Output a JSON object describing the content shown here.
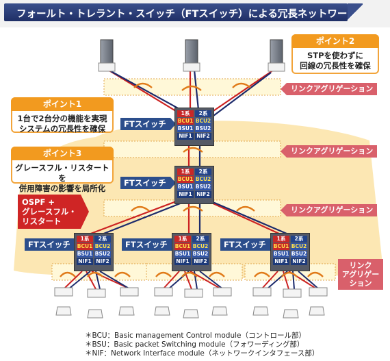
{
  "title": "フォールト・トレラント・スイッチ（FTスイッチ）による冗長ネットワーク",
  "callouts": {
    "point1": {
      "head": "ポイント1",
      "line1": "1台で2台分の機能を実現",
      "line2": "システムの冗長性を確保"
    },
    "point2": {
      "head": "ポイント2",
      "line1": "STPを使わずに",
      "line2": "回線の冗長性を確保"
    },
    "point3": {
      "head": "ポイント3",
      "line1": "グレースフル・リスタートを",
      "line2": "併用障害の影響を局所化"
    }
  },
  "link_aggregation": "リンクアグリゲーション",
  "link_aggregation_vertical": {
    "line1": "リンク",
    "line2": "アグリゲー",
    "line3": "ション"
  },
  "ospf": {
    "line1": "OSPF +",
    "line2": "グレースフル・",
    "line3": "リスタート"
  },
  "ft_switch_label": "FTスイッチ",
  "switch_module": {
    "sys1": "1系",
    "sys2": "2系",
    "bcu1": "BCU1",
    "bcu2": "BCU2",
    "bsu1": "BSU1",
    "bsu2": "BSU2",
    "nif1": "NIF1",
    "nif2": "NIF2"
  },
  "notes": [
    "＊BCU：Basic management Control module（コントロール部）",
    "＊BSU：Basic packet Switching module（フォワーディング部）",
    "＊NIF：Network Interface module（ネットワークインタフェース部）"
  ],
  "colors": {
    "title_bg": "#2a3c78",
    "callout": "#f29a1f",
    "lag": "#d9606b",
    "ospf": "#cf2525",
    "blob": "#fbe3a6",
    "link_red": "#cc2222",
    "link_navy": "#1c2a6b"
  }
}
